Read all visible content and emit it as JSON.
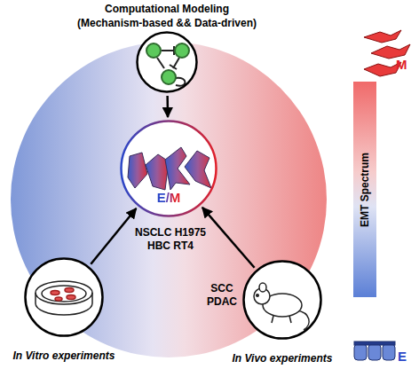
{
  "diagram": {
    "nodes": [
      {
        "text": [
          "Computational Modeling",
          "(Mechanism-based && Data-driven)"
        ]
      },
      {
        "text": [
          "E/M"
        ]
      },
      {
        "text": [
          "In Vitro experiments"
        ]
      },
      {
        "text": [
          "In Vivo experiments"
        ]
      },
      {
        "text": [
          "EMT Spectrum"
        ]
      }
    ],
    "edges": [
      {
        "from": 0,
        "to": 1,
        "arrow": "to"
      },
      {
        "from": 2,
        "to": 1,
        "arrow": "to",
        "label": "NSCLC H1975 HBC RT4"
      },
      {
        "from": 3,
        "to": 1,
        "arrow": "to",
        "label": "SCC PDAC"
      }
    ],
    "labels": [
      "M",
      "E"
    ]
  }
}
